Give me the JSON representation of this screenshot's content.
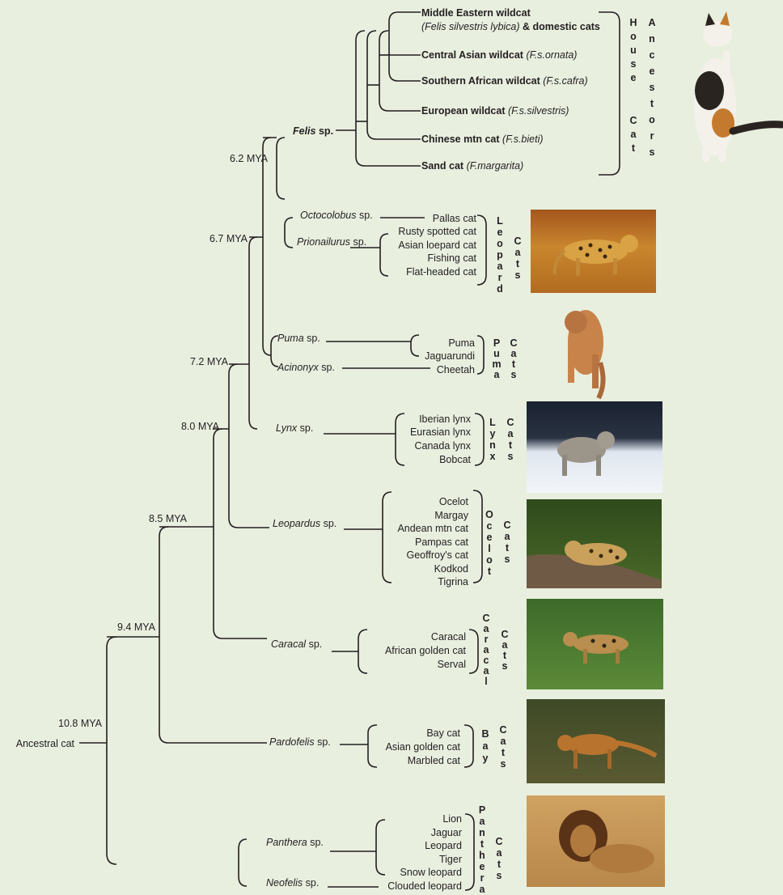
{
  "root": {
    "label": "Ancestral cat",
    "age": "10.8 MYA"
  },
  "nodes": {
    "n94": "9.4 MYA",
    "n85": "8.5 MYA",
    "n80": "8.0 MYA",
    "n72": "7.2 MYA",
    "n67": "6.7 MYA",
    "n62": "6.2 MYA"
  },
  "genera": {
    "felis": "Felis",
    "octocolobus": "Octocolobus",
    "prionailurus": "Prionailurus",
    "puma": "Puma",
    "acinonyx": "Acinonyx",
    "lynx": "Lynx",
    "leopardus": "Leopardus",
    "caracal": "Caracal",
    "pardofelis": "Pardofelis",
    "panthera": "Panthera",
    "neofelis": "Neofelis",
    "sp": "sp."
  },
  "felis_species": {
    "middle_eastern_1": "Middle Eastern wildcat",
    "middle_eastern_2a": "(Felis silvestris lybica)",
    "middle_eastern_2b": " & domestic cats",
    "central_asian": "Central Asian wildcat",
    "central_asian_sci": "(F.s.ornata)",
    "southern_african": "Southern African wildcat",
    "southern_african_sci": "(F.s.cafra)",
    "european": "European wildcat",
    "european_sci": "(F.s.silvestris)",
    "chinese": "Chinese mtn cat",
    "chinese_sci": "(F.s.bieti)",
    "sand": "Sand cat",
    "sand_sci": "(F.margarita)"
  },
  "species": {
    "pallas": "Pallas cat",
    "prionailurus": [
      "Rusty spotted cat",
      "Asian loepard cat",
      "Fishing cat",
      "Flat-headed cat"
    ],
    "puma": [
      "Puma",
      "Jaguarundi"
    ],
    "cheetah": "Cheetah",
    "lynx": [
      "Iberian lynx",
      "Eurasian lynx",
      "Canada lynx",
      "Bobcat"
    ],
    "leopardus": [
      "Ocelot",
      "Margay",
      "Andean mtn cat",
      "Pampas cat",
      "Geoffroy's cat",
      "Kodkod",
      "Tigrina"
    ],
    "caracal": [
      "Caracal",
      "African golden cat",
      "Serval"
    ],
    "bay": [
      "Bay cat",
      "Asian golden cat",
      "Marbled cat"
    ],
    "panthera": [
      "Lion",
      "Jaguar",
      "Leopard",
      "Tiger",
      "Snow leopard"
    ],
    "clouded": "Clouded leopard"
  },
  "groups": {
    "house": "House",
    "ancestors": "Ancestors",
    "house_cat": "Cat",
    "leopard": "Leopard",
    "puma": "Puma",
    "lynx": "Lynx",
    "ocelot": "Ocelot",
    "caracal": "Caracal",
    "bay": "Bay",
    "panthera": "Panthera",
    "cats": "Cats"
  },
  "photos": [
    "calico-cat",
    "leopard-cat",
    "puma",
    "lynx",
    "ocelot",
    "serval",
    "bay-cat",
    "lion"
  ]
}
